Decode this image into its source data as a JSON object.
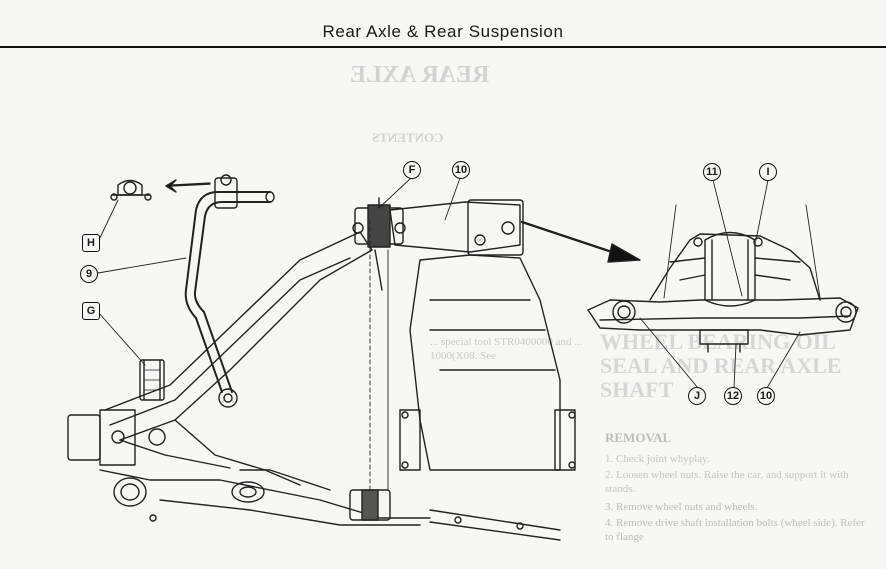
{
  "header": {
    "title": "Rear Axle & Rear Suspension"
  },
  "bleed_through": {
    "title": "REAR AXLE",
    "contents": "CONTENTS",
    "section": "WHEEL BEARING OIL SEAL AND REAR AXLE SHAFT",
    "removal": "REMOVAL",
    "steps": [
      "1. Check joint whyplay.",
      "2. Loosen wheel nuts. Raise the car, and support it with stands.",
      "3. Remove wheel nuts and wheels.",
      "4. Remove drive shaft installation bolts (wheel side). Refer to flange"
    ],
    "tool_note": "... special tool STR0400000 and ... 1000(X08. See"
  },
  "callouts": {
    "F": "F",
    "H": "H",
    "G": "G",
    "I": "I",
    "J": "J",
    "n9": "9",
    "n10a": "10",
    "n10b": "10",
    "n11": "11",
    "n12": "12"
  }
}
